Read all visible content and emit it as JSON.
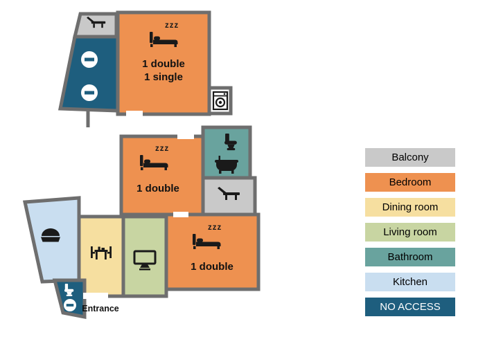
{
  "colors": {
    "wall": "#6e6e6e",
    "balcony": "#c9c9c9",
    "bedroom": "#ee9150",
    "dining_room": "#f6dfa0",
    "living_room": "#c8d5a2",
    "bathroom": "#69a39e",
    "kitchen": "#c9def0",
    "no_access": "#1e5e7e",
    "icon_dark": "#1a1a1a",
    "icon_light": "#ffffff",
    "text": "#111111",
    "door_gap": "#ffffff"
  },
  "floorplan": {
    "bedroom_top": {
      "sleep": "zzz",
      "line1": "1 double",
      "line2": "1 single"
    },
    "bedroom_middle": {
      "sleep": "zzz",
      "label": "1 double"
    },
    "bedroom_bottom": {
      "sleep": "zzz",
      "label": "1 double"
    },
    "entrance_label": "Entrance"
  },
  "icons": {
    "bed": "bed with sleeping zzz",
    "no_entry": "white circle with horizontal bar (no entry)",
    "washing_machine": "washing machine",
    "toilet": "toilet",
    "bathtub": "bathtub",
    "lounger": "sun lounger",
    "pie": "pie / food dish",
    "dining_table": "table with chairs",
    "tv": "television"
  },
  "legend": {
    "items": [
      {
        "label": "Balcony",
        "color": "#c9c9c9",
        "text": "#000000"
      },
      {
        "label": "Bedroom",
        "color": "#ee9150",
        "text": "#000000"
      },
      {
        "label": "Dining room",
        "color": "#f6dfa0",
        "text": "#000000"
      },
      {
        "label": "Living room",
        "color": "#c8d5a2",
        "text": "#000000"
      },
      {
        "label": "Bathroom",
        "color": "#69a39e",
        "text": "#000000"
      },
      {
        "label": "Kitchen",
        "color": "#c9def0",
        "text": "#000000"
      },
      {
        "label": "NO ACCESS",
        "color": "#1e5e7e",
        "text": "#ffffff"
      }
    ]
  }
}
